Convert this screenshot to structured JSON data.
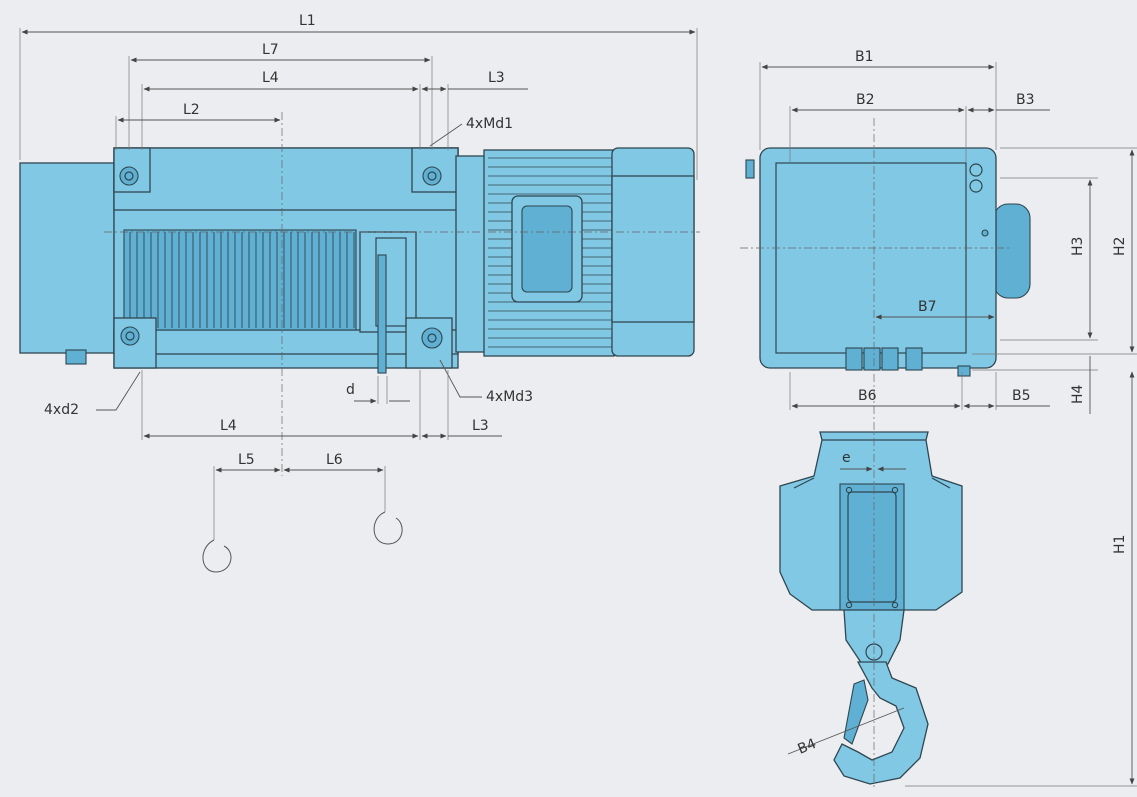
{
  "colors": {
    "background": "#ecedf0",
    "body": "#80c8e4",
    "body_dark": "#5fb0d2",
    "outline": "#2f4650"
  },
  "labels": {
    "L1": "L1",
    "L7": "L7",
    "L4_top": "L4",
    "L3_top": "L3",
    "L2": "L2",
    "Md1": "4xMd1",
    "d2": "4xd2",
    "d": "d",
    "Md3": "4xMd3",
    "L4_bottom": "L4",
    "L3_bottom": "L3",
    "L5": "L5",
    "L6": "L6",
    "B1": "B1",
    "B2": "B2",
    "B3": "B3",
    "H3": "H3",
    "H2": "H2",
    "B7": "B7",
    "B6": "B6",
    "B5": "B5",
    "H4": "H4",
    "e": "e",
    "H1": "H1",
    "B4": "B4"
  }
}
